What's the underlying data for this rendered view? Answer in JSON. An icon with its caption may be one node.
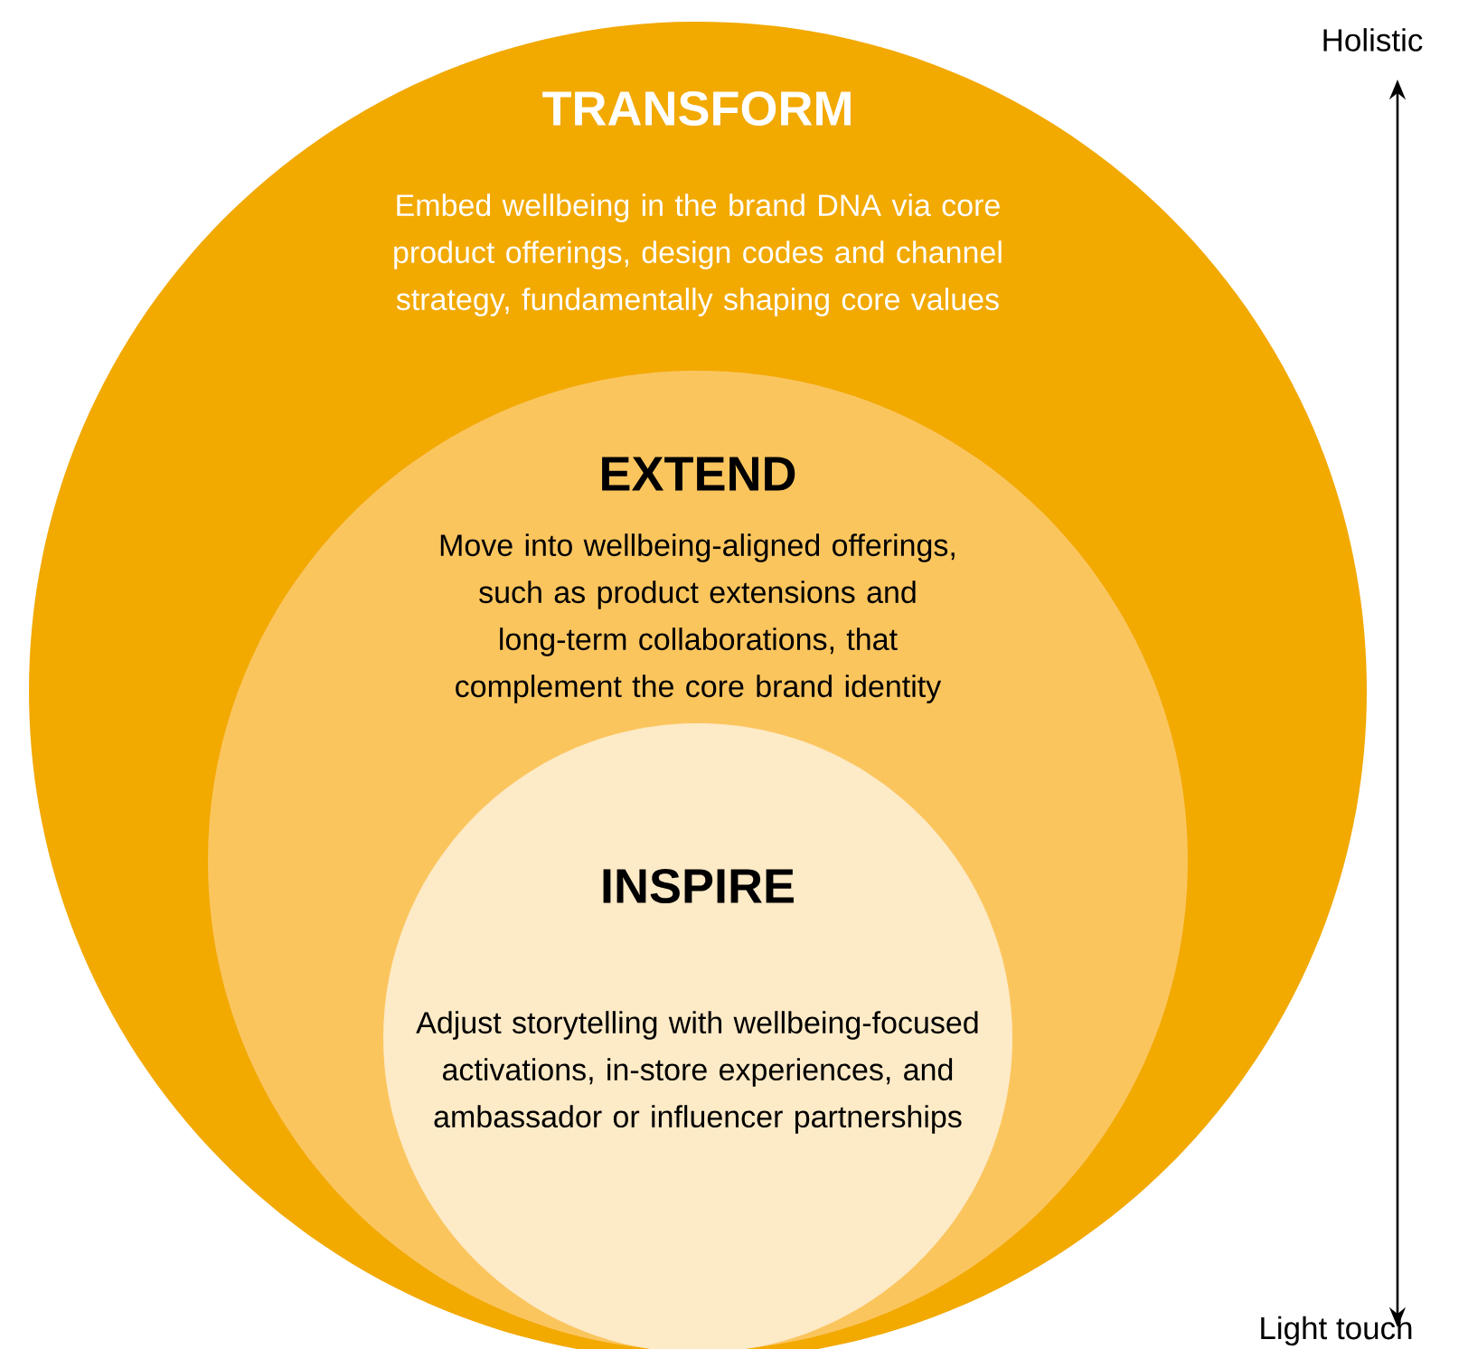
{
  "diagram": {
    "nodes": [
      {
        "text": [
          "TRANSFORM",
          "Embed wellbeing in the brand DNA via core product offerings, design codes and channel strategy, fundamentally shaping core values"
        ]
      },
      {
        "text": [
          "EXTEND",
          "Move into wellbeing-aligned offerings, such as product extensions and long-term collaborations, that complement the core brand identity"
        ],
        "in": 0
      },
      {
        "text": [
          "INSPIRE",
          "Adjust storytelling with wellbeing-focused activations, in-store experiences, and ambassador or influencer partnerships"
        ],
        "in": 1
      }
    ],
    "labels": [
      "Holistic",
      "Light touch"
    ]
  }
}
